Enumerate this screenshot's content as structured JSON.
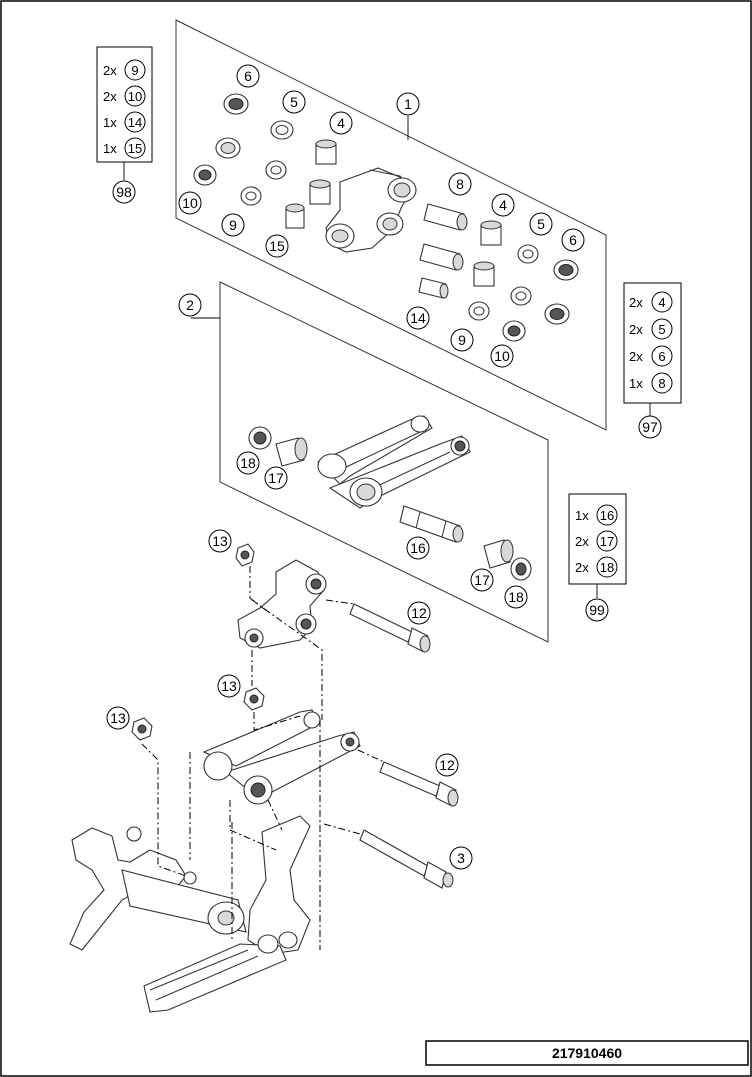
{
  "drawing_number": "217910460",
  "group_callouts": {
    "kit1": "1",
    "kit2": "2"
  },
  "kit_boxes": [
    {
      "ref": "98",
      "items": [
        {
          "qty": "2x",
          "part": "9"
        },
        {
          "qty": "2x",
          "part": "10"
        },
        {
          "qty": "1x",
          "part": "14"
        },
        {
          "qty": "1x",
          "part": "15"
        }
      ]
    },
    {
      "ref": "97",
      "items": [
        {
          "qty": "2x",
          "part": "4"
        },
        {
          "qty": "2x",
          "part": "5"
        },
        {
          "qty": "2x",
          "part": "6"
        },
        {
          "qty": "1x",
          "part": "8"
        }
      ]
    },
    {
      "ref": "99",
      "items": [
        {
          "qty": "1x",
          "part": "16"
        },
        {
          "qty": "2x",
          "part": "17"
        },
        {
          "qty": "2x",
          "part": "18"
        }
      ]
    }
  ],
  "callouts": [
    "6",
    "5",
    "4",
    "10",
    "9",
    "15",
    "8",
    "4",
    "5",
    "6",
    "14",
    "9",
    "10",
    "18",
    "17",
    "16",
    "17",
    "18",
    "13",
    "12",
    "13",
    "13",
    "12",
    "3"
  ],
  "colors": {
    "line": "#333333",
    "shade": "#d9d9d9",
    "dark": "#555555"
  }
}
